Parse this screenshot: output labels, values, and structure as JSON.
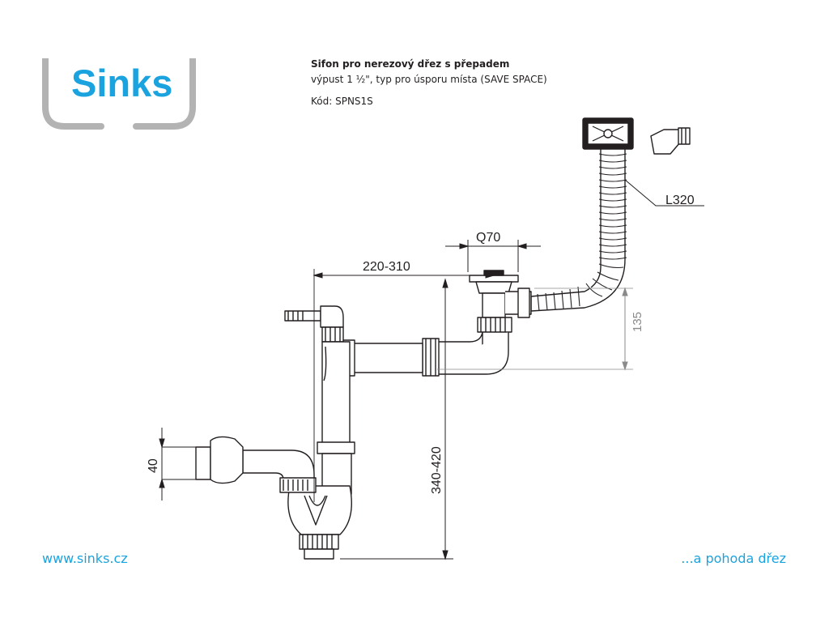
{
  "brand": {
    "logo_text": "Sinks",
    "color": "#1aa3de",
    "frame_color": "#b3b3b3"
  },
  "title": {
    "line1": "Sifon pro nerezový dřez s přepadem",
    "line2": "výpust 1 ½\", typ pro úsporu místa (SAVE SPACE)",
    "code": "Kód: SPNS1S"
  },
  "dimensions": {
    "overflow_hose_length": "L320",
    "outlet_diameter": "Q70",
    "horizontal_span": "220-310",
    "overflow_height": "135",
    "total_height": "340-420",
    "pipe_diameter": "40"
  },
  "footer": {
    "website": "www.sinks.cz",
    "slogan": "...a pohoda dřez"
  }
}
